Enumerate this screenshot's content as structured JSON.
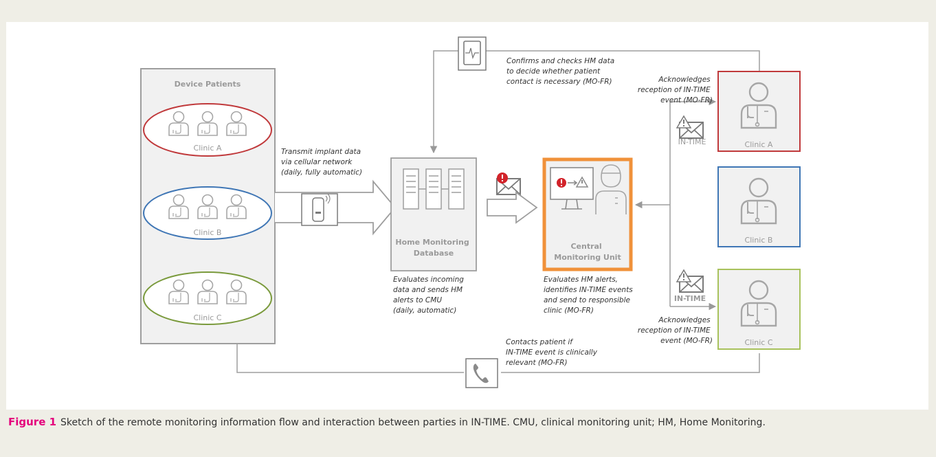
{
  "diagram": {
    "patients_group": {
      "title": "Device Patients"
    },
    "patient_clinics": [
      {
        "label": "Clinic A",
        "color": "#c0393b"
      },
      {
        "label": "Clinic B",
        "color": "#3f76b5"
      },
      {
        "label": "Clinic C",
        "color": "#7a9a3c"
      }
    ],
    "transmit_note": [
      "Transmit implant data",
      "via cellular network",
      "(daily, fully automatic)"
    ],
    "database": {
      "label_lines": [
        "Home Monitoring",
        "Database"
      ]
    },
    "database_note": [
      "Evaluates incoming",
      "data and sends HM",
      "alerts to CMU",
      "(daily, automatic)"
    ],
    "cmu": {
      "label_lines": [
        "Central",
        "Monitoring Unit"
      ],
      "border_color": "#f0913a"
    },
    "cmu_note": [
      "Evaluates HM alerts,",
      "identifies IN-TIME events",
      "and send to responsible",
      "clinic (MO-FR)"
    ],
    "top_note": [
      "Confirms and checks HM data",
      "to decide whether patient",
      "contact is necessary (MO-FR)"
    ],
    "ack_note_top": [
      "Acknowledges",
      "reception of IN-TIME",
      "event (MO-FR)"
    ],
    "ack_note_bottom": [
      "Acknowledges",
      "reception of IN-TIME",
      "event (MO-FR)"
    ],
    "envelope_labels": [
      "IN-TIME",
      "IN-TIME"
    ],
    "contact_note": [
      "Contacts patient if",
      "IN-TIME event is clinically",
      "relevant (MO-FR)"
    ],
    "physician_clinics": [
      {
        "label": "Clinic A",
        "color": "#c0393b"
      },
      {
        "label": "Clinic B",
        "color": "#3f76b5"
      },
      {
        "label": "Clinic C",
        "color": "#a8c25c"
      }
    ],
    "icons": [
      "tablet-ecg-icon",
      "phone-icon",
      "envelope-alert-icon",
      "server-icon",
      "transmitter-icon",
      "doctor-icon",
      "patient-icon"
    ]
  },
  "caption": {
    "figure_label": "Figure 1",
    "text": "Sketch of the remote monitoring information flow and interaction between parties in IN-TIME. CMU, clinical monitoring unit; HM, Home Monitoring."
  }
}
